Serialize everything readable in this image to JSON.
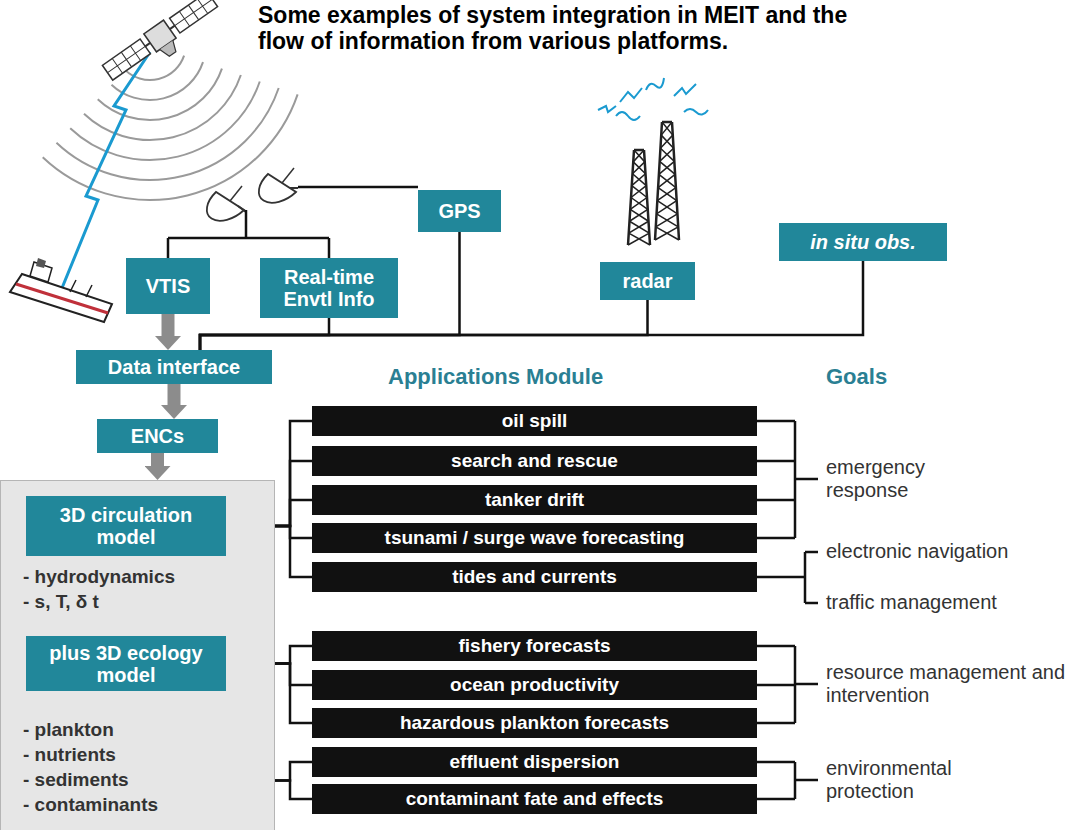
{
  "diagram": {
    "title": "Some examples of system integration in MEIT and the flow of information from various platforms.",
    "nodes": [
      {
        "text": [
          "GPS"
        ]
      },
      {
        "text": [
          "VTIS"
        ]
      },
      {
        "text": [
          "Real-time Envtl Info"
        ]
      },
      {
        "text": [
          "radar"
        ]
      },
      {
        "text": [
          "in situ obs."
        ]
      },
      {
        "text": [
          "Data interface"
        ]
      },
      {
        "text": [
          "ENCs"
        ]
      },
      {
        "text": [
          "- hydrodynamics",
          "- s, T, δ t",
          "- plankton",
          "- nutrients",
          "- sediments",
          "- contaminants"
        ]
      },
      {
        "text": [
          "3D circulation model"
        ],
        "in": 7
      },
      {
        "text": [
          "plus 3D ecology model"
        ],
        "in": 7
      },
      {
        "text": [
          "oil spill"
        ]
      },
      {
        "text": [
          "search and rescue"
        ]
      },
      {
        "text": [
          "tanker drift"
        ]
      },
      {
        "text": [
          "tsunami / surge wave forecasting"
        ]
      },
      {
        "text": [
          "tides and currents"
        ]
      },
      {
        "text": [
          "fishery forecasts"
        ]
      },
      {
        "text": [
          "ocean productivity"
        ]
      },
      {
        "text": [
          "hazardous plankton forecasts"
        ]
      },
      {
        "text": [
          "effluent dispersion"
        ]
      },
      {
        "text": [
          "contaminant fate and effects"
        ]
      }
    ],
    "edges": [
      {
        "from": 1,
        "to": 5,
        "arrow": "to"
      },
      {
        "from": 5,
        "to": 6,
        "arrow": "to"
      },
      {
        "from": 6,
        "to": 7,
        "arrow": "to"
      },
      {
        "from": 0,
        "to": 5,
        "arrow": "none"
      },
      {
        "from": 2,
        "to": 5,
        "arrow": "none"
      },
      {
        "from": 3,
        "to": 5,
        "arrow": "none"
      },
      {
        "from": 4,
        "to": 5,
        "arrow": "none"
      },
      {
        "from": 8,
        "to": 10,
        "arrow": "none"
      },
      {
        "from": 8,
        "to": 11,
        "arrow": "none"
      },
      {
        "from": 8,
        "to": 12,
        "arrow": "none"
      },
      {
        "from": 8,
        "to": 13,
        "arrow": "none"
      },
      {
        "from": 8,
        "to": 14,
        "arrow": "none"
      },
      {
        "from": 9,
        "to": 15,
        "arrow": "none"
      },
      {
        "from": 9,
        "to": 16,
        "arrow": "none"
      },
      {
        "from": 9,
        "to": 17,
        "arrow": "none"
      },
      {
        "from": 7,
        "to": 18,
        "arrow": "none"
      },
      {
        "from": 7,
        "to": 19,
        "arrow": "none"
      }
    ],
    "labels": [
      "Applications Module",
      "Goals",
      "emergency response",
      "electronic navigation",
      "traffic management",
      "resource management and intervention",
      "environmental protection"
    ]
  }
}
